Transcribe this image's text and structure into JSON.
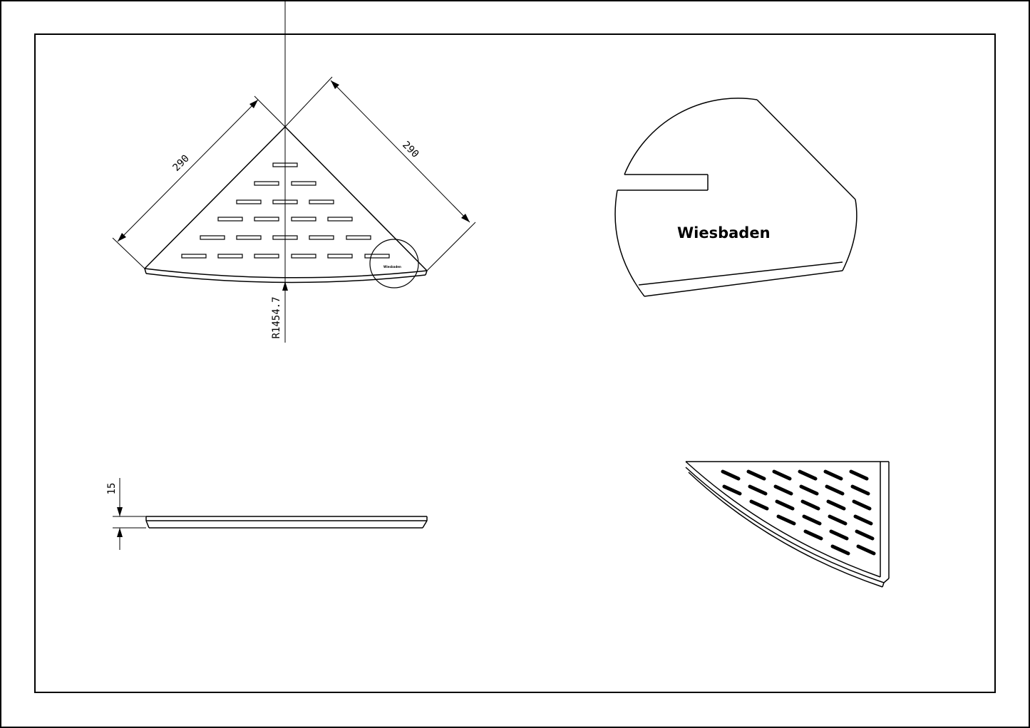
{
  "dimensions": {
    "left_edge": "290",
    "right_edge": "290",
    "radius": "R1454.7",
    "height": "15"
  },
  "brand": {
    "detail_label": "Wiesbaden",
    "small_label": "Wiesbaden"
  },
  "colors": {
    "line": "#000000",
    "background": "#ffffff"
  }
}
